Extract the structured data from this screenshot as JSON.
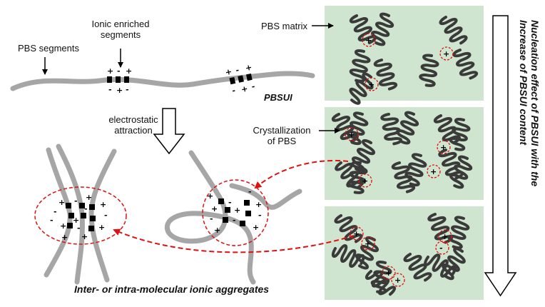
{
  "labels": {
    "pbs_segments": "PBS segments",
    "ionic_enriched_line1": "Ionic enriched",
    "ionic_enriched_line2": "segments",
    "pbsui": "PBSUI",
    "electrostatic_line1": "electrostatic",
    "electrostatic_line2": "attraction",
    "aggregates_caption": "Inter- or intra-molecular ionic aggregates",
    "pbs_matrix": "PBS matrix",
    "crystallization_line1": "Crystallization",
    "crystallization_line2": "of PBS",
    "nucleation_line1": "Nucleation effect of PBSUI with the",
    "nucleation_line2": "Increase of PBSUI content"
  },
  "colors": {
    "panel_green": "#cfe5cf",
    "chain_gray": "#a6a6a6",
    "crystal_dark": "#3a3a3a",
    "ion_black": "#000000",
    "dashed_red": "#e01010"
  },
  "icons": {
    "down_arrow": "hollow-down-arrow-icon",
    "long_arrow": "hollow-long-down-arrow-icon"
  }
}
